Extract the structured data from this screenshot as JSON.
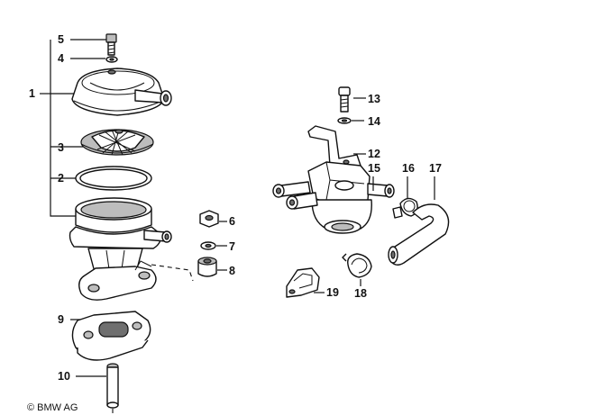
{
  "callouts": {
    "c1": "1",
    "c2": "2",
    "c3": "3",
    "c4": "4",
    "c5": "5",
    "c6": "6",
    "c7": "7",
    "c8": "8",
    "c9": "9",
    "c10": "10",
    "c12": "12",
    "c13": "13",
    "c14": "14",
    "c15": "15",
    "c16": "16",
    "c17": "17",
    "c18": "18",
    "c19": "19"
  },
  "copyright": "© BMW AG"
}
